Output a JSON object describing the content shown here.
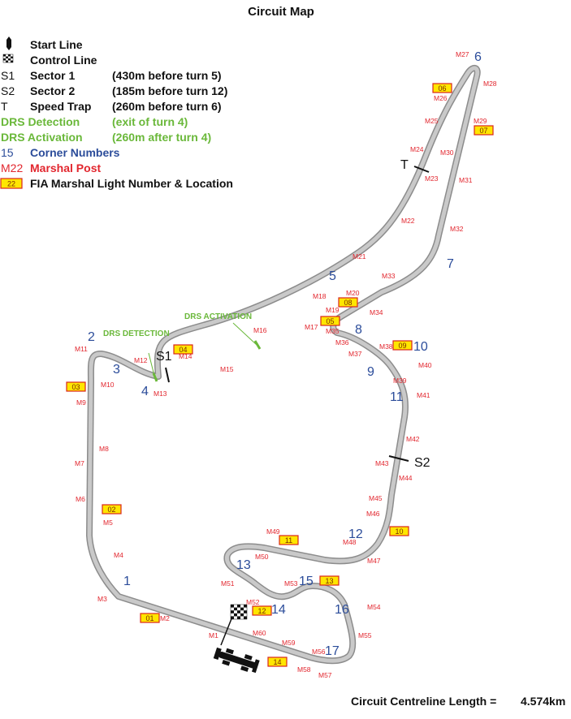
{
  "title": "Circuit Map",
  "legend": [
    {
      "code": "",
      "label": "Start Line",
      "detail": "",
      "color": "#111111"
    },
    {
      "code": "",
      "label": "Control Line",
      "detail": "",
      "color": "#111111"
    },
    {
      "code": "S1",
      "label": "Sector 1",
      "detail": "(430m before turn 5)",
      "color": "#111111"
    },
    {
      "code": "S2",
      "label": "Sector 2",
      "detail": "(185m before turn 12)",
      "color": "#111111"
    },
    {
      "code": "T",
      "label": "Speed Trap",
      "detail": "(260m before turn 6)",
      "color": "#111111"
    },
    {
      "code": "",
      "label": "DRS Detection",
      "detail": "(exit of turn 4)",
      "color": "#6ab83a"
    },
    {
      "code": "",
      "label": "DRS Activation",
      "detail": "(260m after turn 4)",
      "color": "#6ab83a"
    },
    {
      "code": "15",
      "label": "Corner Numbers",
      "detail": "",
      "color": "#2b4c9a"
    },
    {
      "code": "M22",
      "label": "Marshal Post",
      "detail": "",
      "color": "#e2262e"
    },
    {
      "code": "22",
      "label": "FIA Marshal Light Number & Location",
      "detail": "",
      "color": "#111111"
    }
  ],
  "corners": [
    "1",
    "2",
    "3",
    "4",
    "5",
    "6",
    "7",
    "8",
    "9",
    "10",
    "11",
    "12",
    "13",
    "14",
    "15",
    "16",
    "17"
  ],
  "marshal_posts": [
    "M1",
    "M2",
    "M3",
    "M4",
    "M5",
    "M6",
    "M7",
    "M8",
    "M9",
    "M10",
    "M11",
    "M12",
    "M13",
    "M14",
    "M15",
    "M16",
    "M17",
    "M18",
    "M19",
    "M20",
    "M21",
    "M22",
    "M23",
    "M24",
    "M25",
    "M26",
    "M27",
    "M28",
    "M29",
    "M30",
    "M31",
    "M32",
    "M33",
    "M34",
    "M35",
    "M36",
    "M37",
    "M38",
    "M39",
    "M40",
    "M41",
    "M42",
    "M43",
    "M44",
    "M45",
    "M46",
    "M47",
    "M48",
    "M49",
    "M50",
    "M51",
    "M52",
    "M53",
    "M55",
    "M56",
    "M57",
    "M58",
    "M59",
    "M60",
    "M54"
  ],
  "flag_lights": [
    "01",
    "02",
    "03",
    "04",
    "05",
    "06",
    "07",
    "08",
    "09",
    "10",
    "11",
    "12",
    "13",
    "14"
  ],
  "markers": {
    "s1": "S1",
    "s2": "S2",
    "speed_trap": "T"
  },
  "drs": {
    "detection": "DRS DETECTION",
    "activation": "DRS ACTIVATION"
  },
  "footer": {
    "label": "Circuit Centreline Length =",
    "value": "4.574km"
  },
  "colors": {
    "track": "#b9b9b9",
    "corner": "#2b4c9a",
    "marshal": "#e2262e",
    "drs": "#6ab83a",
    "flag_fill": "#ffe600",
    "flag_border": "#d9261c"
  }
}
